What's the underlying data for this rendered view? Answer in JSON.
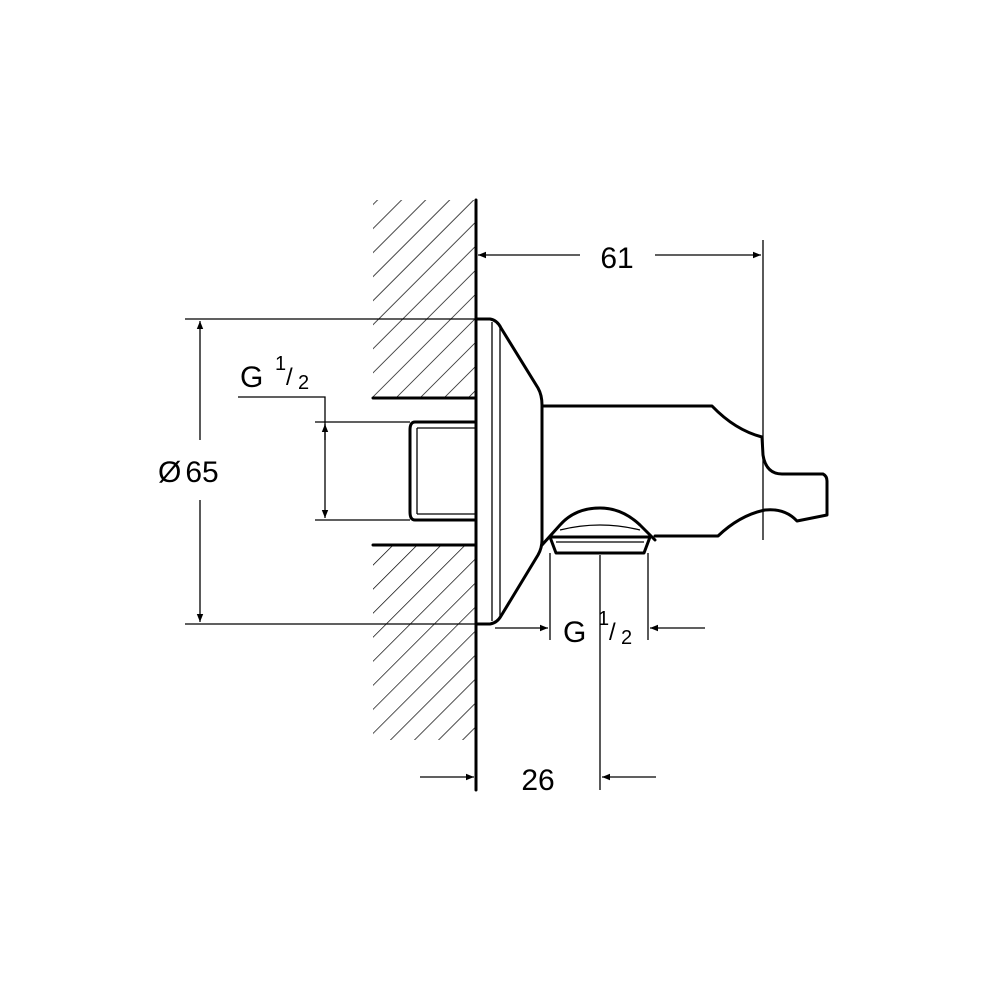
{
  "drawing": {
    "dimensions": {
      "depth": "61",
      "flange_diameter_symbol": "Ø",
      "flange_diameter": "65",
      "inlet_thread_prefix": "G",
      "inlet_thread_num": "1",
      "inlet_thread_den": "2",
      "outlet_thread_prefix": "G",
      "outlet_thread_num": "1",
      "outlet_thread_den": "2",
      "outlet_offset": "26"
    }
  }
}
